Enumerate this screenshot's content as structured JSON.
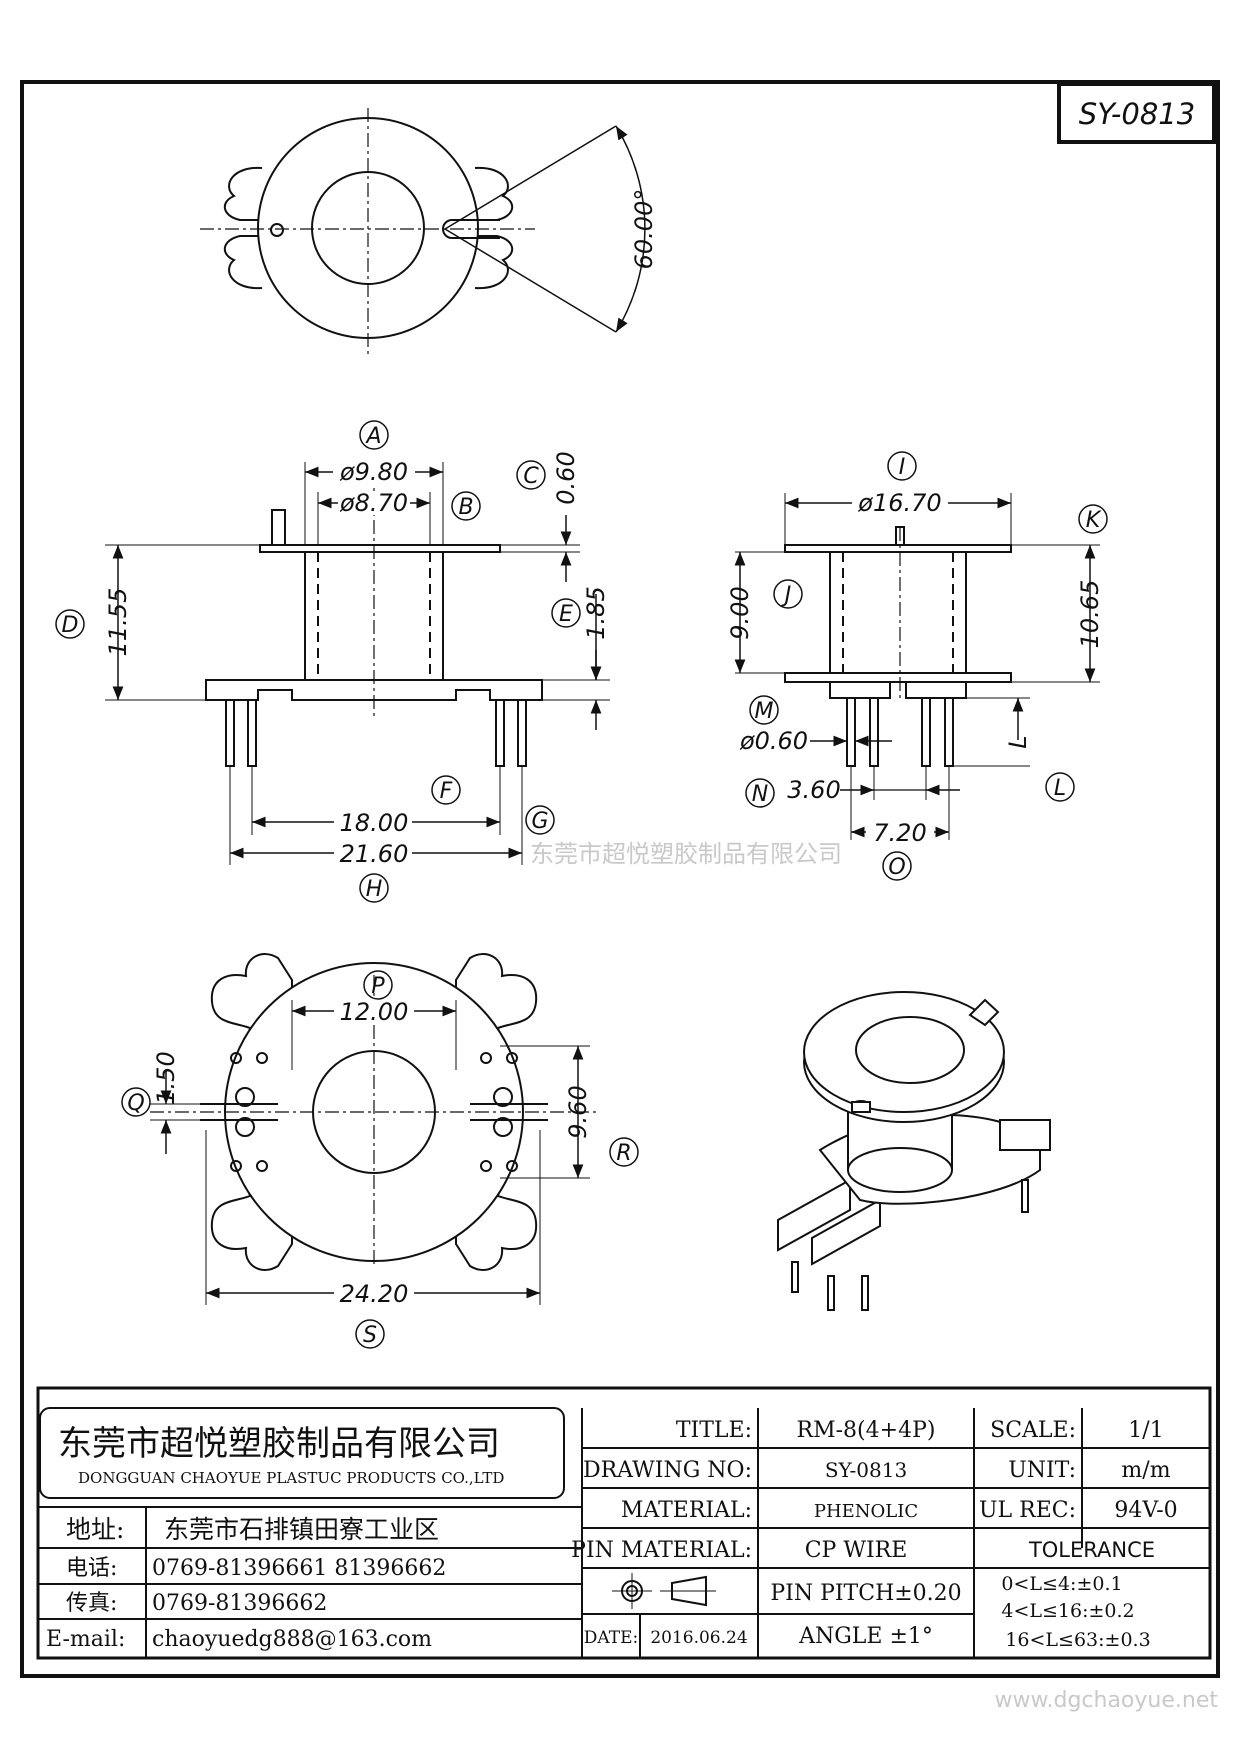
{
  "drawing_no_badge": "SY-0813",
  "angle_label": "60.00°",
  "labels": {
    "A": "A",
    "B": "B",
    "C": "C",
    "D": "D",
    "E": "E",
    "F": "F",
    "G": "G",
    "H": "H",
    "I": "I",
    "J": "J",
    "K": "K",
    "L": "L",
    "M": "M",
    "N": "N",
    "O": "O",
    "P": "P",
    "Q": "Q",
    "R": "R",
    "S": "S"
  },
  "dims": {
    "A": "ø9.80",
    "B": "ø8.70",
    "C": "0.60",
    "D": "11.55",
    "E": "1.85",
    "F": "18.00",
    "H": "21.60",
    "I": "ø16.70",
    "J": "9.00",
    "K": "10.65",
    "M": "ø0.60",
    "N": "3.60",
    "O": "7.20",
    "L": "L",
    "P": "12.00",
    "Q": "1.50",
    "R": "9.60",
    "S": "24.20"
  },
  "watermark_center": "东莞市超悦塑胶制品有限公司",
  "watermark_site": "www.dgchaoyue.net",
  "title_block": {
    "company_cn": "东莞市超悦塑胶制品有限公司",
    "company_en": "DONGGUAN CHAOYUE PLASTUC PRODUCTS CO.,LTD",
    "address_label": "地址:",
    "address_value": "东莞市石排镇田寮工业区",
    "phone_label": "电话:",
    "phone_value": "0769-81396661  81396662",
    "fax_label": "传真:",
    "fax_value": "0769-81396662",
    "email_label": "E-mail:",
    "email_value": "chaoyuedg888@163.com",
    "title_label": "TITLE:",
    "title_value": "RM-8(4+4P)",
    "drawing_no_label": "DRAWING NO:",
    "drawing_no_value": "SY-0813",
    "material_label": "MATERIAL:",
    "material_value": "PHENOLIC",
    "pin_material_label": "PIN MATERIAL:",
    "pin_material_value": "CP WIRE",
    "pin_pitch": "PIN PITCH±0.20",
    "angle": "ANGLE  ±1°",
    "date_label": "DATE:",
    "date_value": "2016.06.24",
    "scale_label": "SCALE:",
    "scale_value": "1/1",
    "unit_label": "UNIT:",
    "unit_value": "m/m",
    "ul_label": "UL REC:",
    "ul_value": "94V-0",
    "tolerance_label": "TOLERANCE",
    "tolerance_rows": [
      "0<L≤4:±0.1",
      "4<L≤16:±0.2",
      "16<L≤63:±0.3"
    ]
  }
}
